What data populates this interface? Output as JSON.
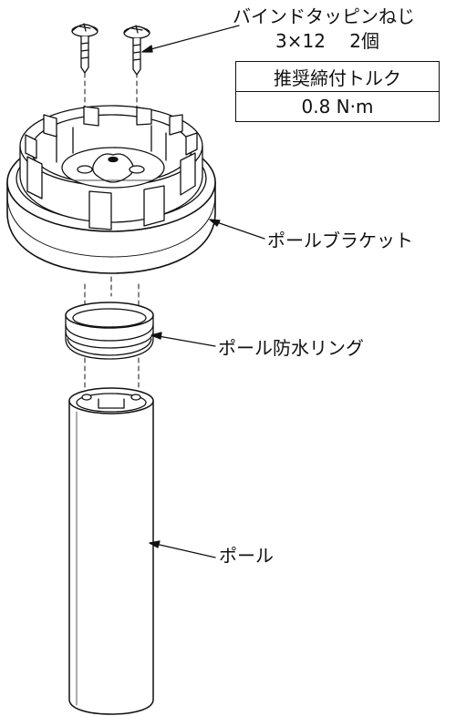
{
  "screws": {
    "name": "バインドタッピンねじ",
    "spec": "3×12　 2個"
  },
  "torque": {
    "heading": "推奨締付トルク",
    "value": "0.8 N·m"
  },
  "parts": {
    "bracket": "ポールブラケット",
    "ring": "ポール防水リング",
    "pole": "ポール"
  }
}
